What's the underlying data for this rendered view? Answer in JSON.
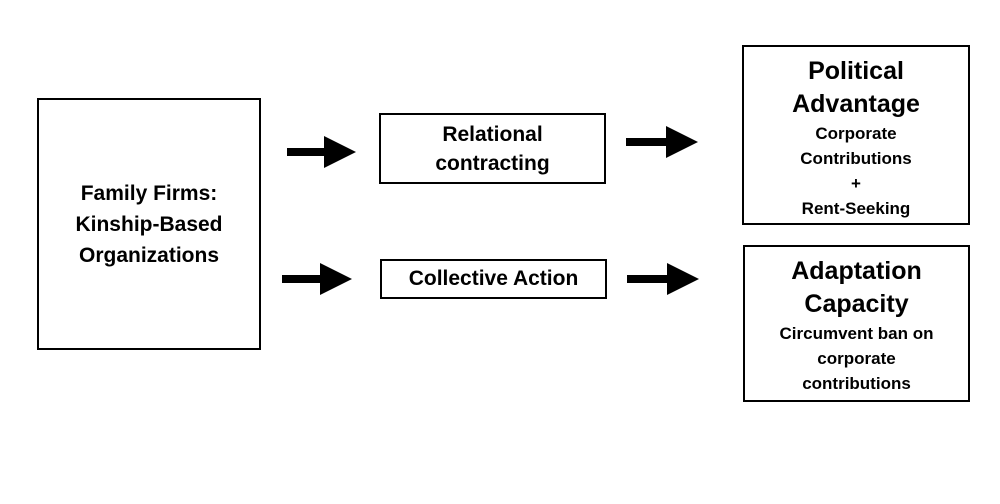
{
  "family_box": {
    "lines": [
      "Family Firms:",
      "Kinship-Based",
      "Organizations"
    ]
  },
  "relational_box": {
    "lines": [
      "Relational",
      "contracting"
    ]
  },
  "collective_box": {
    "label": "Collective Action"
  },
  "political_box": {
    "title_lines": [
      "Political",
      "Advantage"
    ],
    "detail_lines": [
      "Corporate",
      "Contributions",
      "+",
      "Rent-Seeking"
    ]
  },
  "adaptation_box": {
    "title_lines": [
      "Adaptation",
      "Capacity"
    ],
    "detail_lines": [
      "Circumvent ban on",
      "corporate",
      "contributions"
    ]
  },
  "colors": {
    "stroke": "#000000",
    "background": "#ffffff"
  }
}
